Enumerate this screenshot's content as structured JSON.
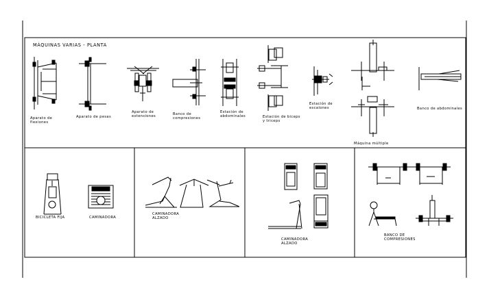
{
  "header": {
    "title": "MÁQUINAS VARIAS - PLANTA"
  },
  "top_row": [
    {
      "name": "Aparato de flexiones"
    },
    {
      "name": "Aparato de pesas"
    },
    {
      "name": "Aparato de extensiones"
    },
    {
      "name": "Banco de compresiones"
    },
    {
      "name": "Estación de abdominales"
    },
    {
      "name": "Estación de biceps y triceps"
    },
    {
      "name": "Estación de escalones"
    },
    {
      "name": "Máquina múltiple"
    },
    {
      "name": "Banco de abdominales"
    }
  ],
  "bottom_panels": {
    "panel1": {
      "items": [
        "BICICLETA FIJA",
        "CAMINADORA"
      ]
    },
    "panel2": {
      "label": "CAMINADORA ALZADO"
    },
    "panel3": {
      "label": "CAMINADORA ALZADO"
    },
    "panel4": {
      "label": "BANCO DE COMPRESIONES"
    }
  }
}
